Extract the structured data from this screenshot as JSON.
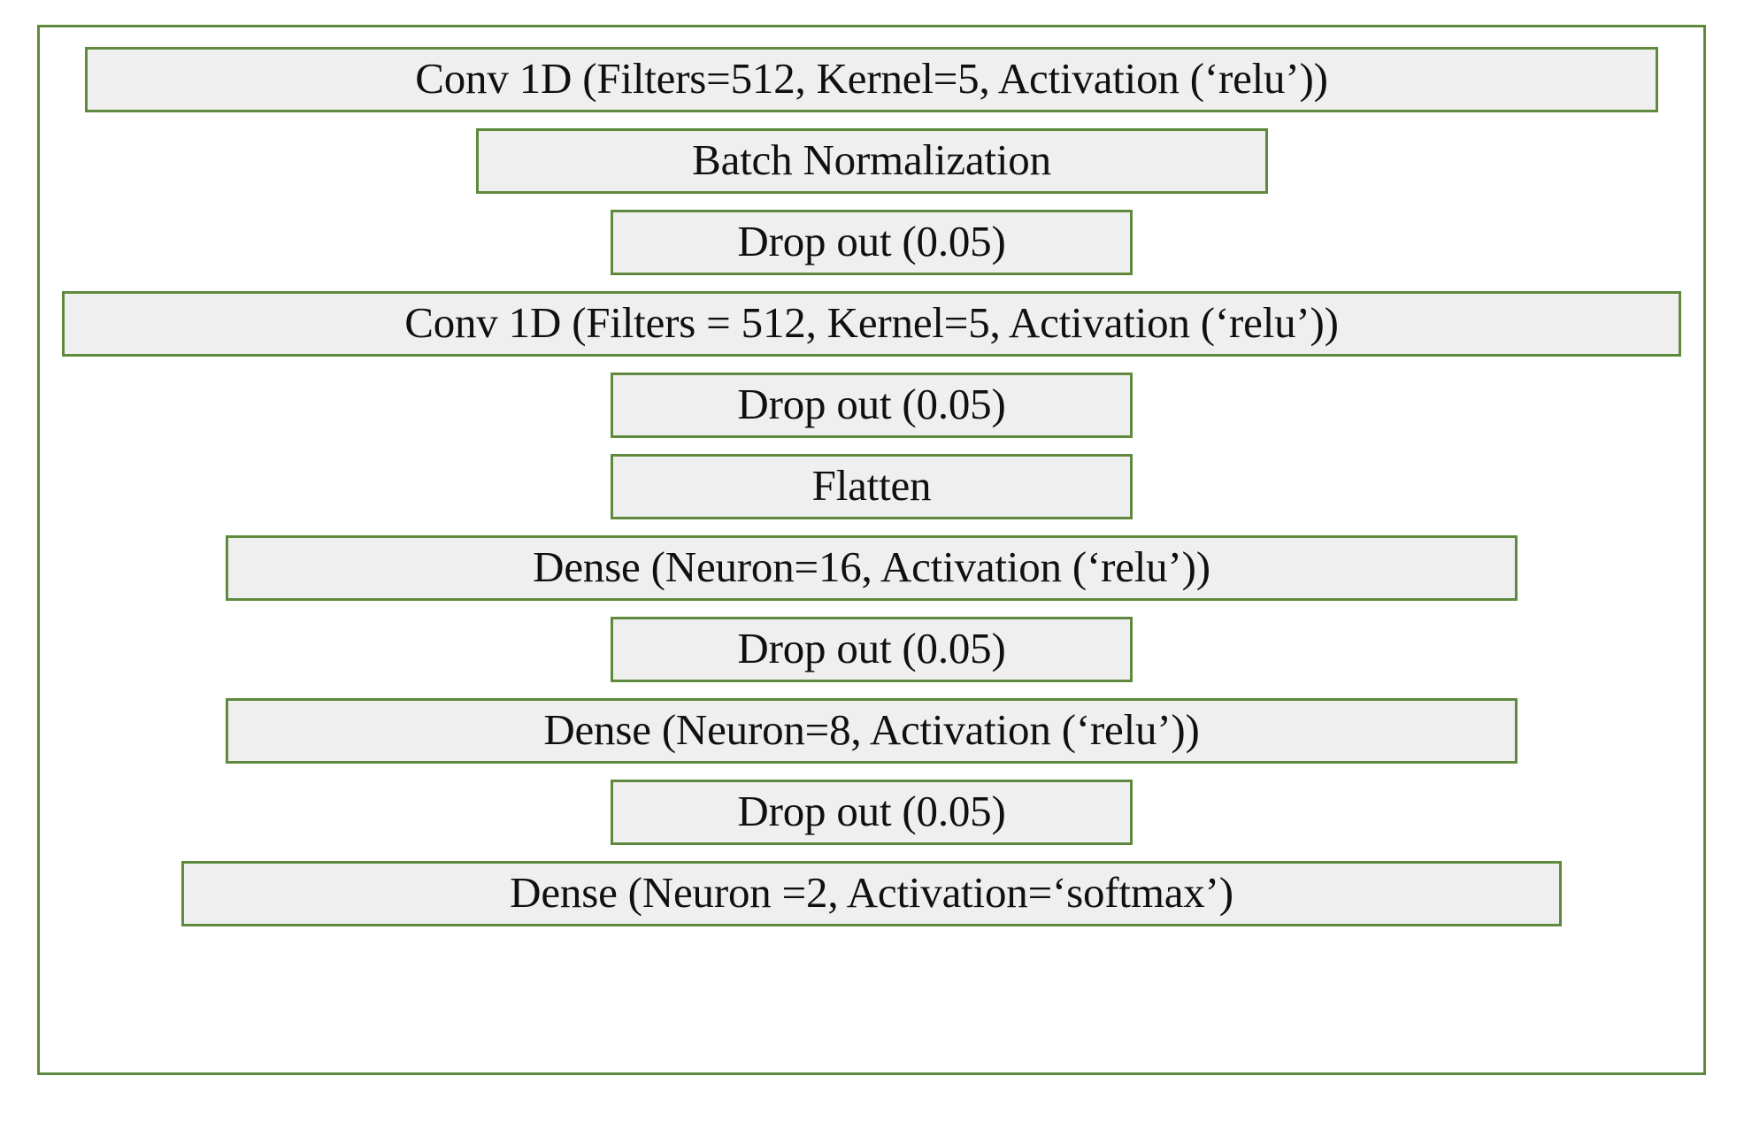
{
  "diagram": {
    "title": "CNN 1D model architecture stack",
    "colors": {
      "border_green": "#5f8a3e",
      "box_fill": "#efefef",
      "text": "#101010",
      "background": "#ffffff"
    },
    "layers": [
      {
        "id": "conv1d-1",
        "label": "Conv 1D (Filters=512, Kernel=5, Activation (‘relu’))"
      },
      {
        "id": "batchnorm",
        "label": "Batch Normalization"
      },
      {
        "id": "dropout-1",
        "label": "Drop out (0.05)"
      },
      {
        "id": "conv1d-2",
        "label": "Conv 1D (Filters = 512, Kernel=5, Activation (‘relu’))"
      },
      {
        "id": "dropout-2",
        "label": "Drop out (0.05)"
      },
      {
        "id": "flatten",
        "label": "Flatten"
      },
      {
        "id": "dense-16",
        "label": "Dense (Neuron=16, Activation (‘relu’))"
      },
      {
        "id": "dropout-3",
        "label": "Drop out (0.05)"
      },
      {
        "id": "dense-8",
        "label": "Dense (Neuron=8, Activation (‘relu’))"
      },
      {
        "id": "dropout-4",
        "label": "Drop out (0.05)"
      },
      {
        "id": "dense-2",
        "label": "Dense (Neuron =2, Activation=‘softmax’)"
      }
    ]
  }
}
